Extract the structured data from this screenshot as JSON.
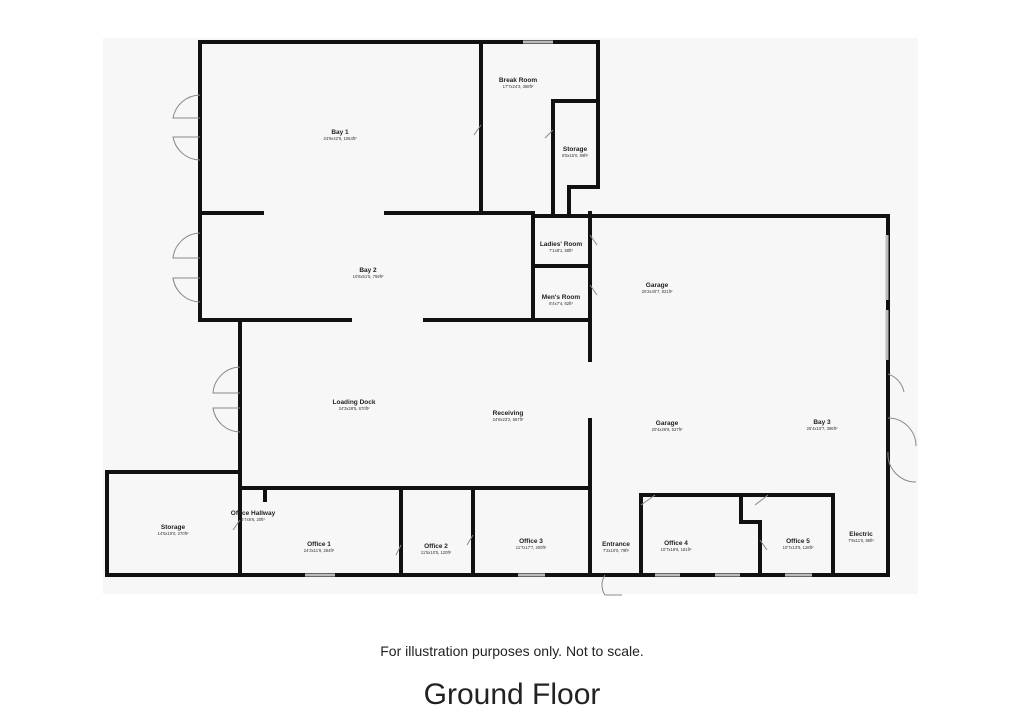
{
  "plan": {
    "rooms": [
      {
        "name": "Break Room",
        "dims": "17'7x24'3, 388ft²"
      },
      {
        "name": "Bay 1",
        "dims": "24'9x42'9, 1054ft²"
      },
      {
        "name": "Storage",
        "dims": "6'5x15'0, 89ft²"
      },
      {
        "name": "Ladies' Room",
        "dims": "7'1x8'1, 58ft²"
      },
      {
        "name": "Bay 2",
        "dims": "10'6x51'5, 759ft²"
      },
      {
        "name": "Garage",
        "dims": "20'2x40'7, 821ft²"
      },
      {
        "name": "Men's Room",
        "dims": "8'4x7'4, 62ft²"
      },
      {
        "name": "Loading Dock",
        "dims": "24'3x28'5, 670ft²"
      },
      {
        "name": "Receiving",
        "dims": "24'8x23'2, 567ft²"
      },
      {
        "name": "Garage",
        "dims": "20'4x26'8, 527ft²"
      },
      {
        "name": "Bay 3",
        "dims": "25'4x10'7, 396ft²"
      },
      {
        "name": "Storage",
        "dims": "14'5x19'0, 270ft²"
      },
      {
        "name": "Office Hallway",
        "dims": "5'7x6'6, 20ft²"
      },
      {
        "name": "Office 1",
        "dims": "24'3x11'9, 264ft²"
      },
      {
        "name": "Office 2",
        "dims": "11'5x10'5, 120ft²"
      },
      {
        "name": "Office 3",
        "dims": "11'7x17'7, 200ft²"
      },
      {
        "name": "Entrance",
        "dims": "7'2x10'0, 79ft²"
      },
      {
        "name": "Office 4",
        "dims": "10'7x18'6, 181ft²"
      },
      {
        "name": "Office 5",
        "dims": "10'7x13'9, 128ft²"
      },
      {
        "name": "Electric",
        "dims": "7'9x11'0, 86ft²"
      }
    ]
  },
  "disclaimer": "For illustration purposes only. Not to scale.",
  "floor_title": "Ground Floor"
}
